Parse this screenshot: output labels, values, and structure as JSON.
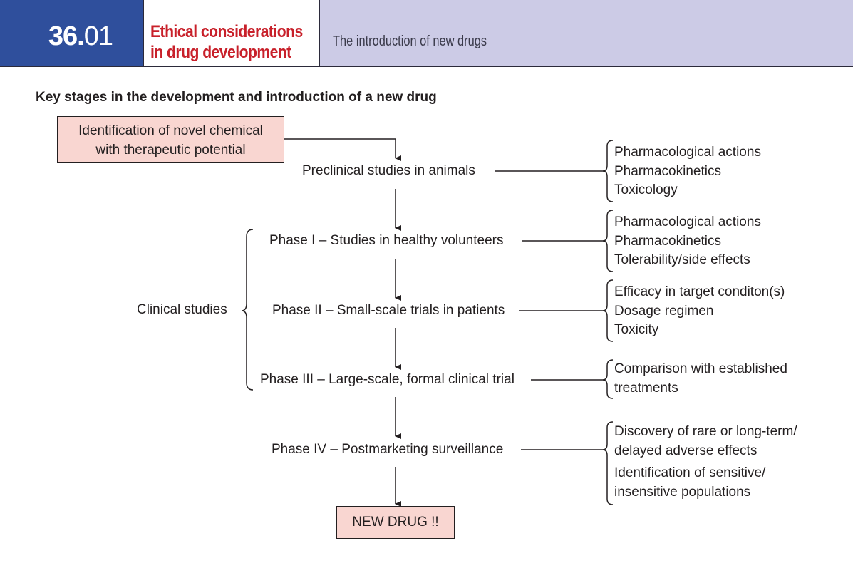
{
  "header": {
    "chapter_number_bold": "36.",
    "chapter_number_light": "01",
    "chapter_title_line1": "Ethical considerations",
    "chapter_title_line2": "in drug development",
    "section_title": "The introduction of new drugs",
    "colors": {
      "chapter_block": "#2f4f9c",
      "header_band": "#cccbe6",
      "title_red": "#c8202a"
    }
  },
  "diagram": {
    "heading": "Key stages in the development and introduction of a new drug",
    "start_box": {
      "line1": "Identification of novel chemical",
      "line2": "with therapeutic potential"
    },
    "stages": [
      {
        "label": "Preclinical studies in animals"
      },
      {
        "label": "Phase I – Studies in healthy volunteers"
      },
      {
        "label": "Phase II – Small-scale trials in patients"
      },
      {
        "label": "Phase III – Large-scale, formal clinical trial"
      },
      {
        "label": "Phase IV – Postmarketing surveillance"
      }
    ],
    "notes": [
      {
        "lines": [
          "Pharmacological actions",
          "Pharmacokinetics",
          "Toxicology"
        ]
      },
      {
        "lines": [
          "Pharmacological actions",
          "Pharmacokinetics",
          "Tolerability/side effects"
        ]
      },
      {
        "lines": [
          "Efficacy in target conditon(s)",
          "Dosage regimen",
          "Toxicity"
        ]
      },
      {
        "lines": [
          "Comparison with established",
          "treatments"
        ]
      },
      {
        "lines": [
          "Discovery of rare or long-term/",
          "delayed adverse effects",
          "Identification of sensitive/",
          "insensitive populations"
        ]
      }
    ],
    "clinical_label": "Clinical studies",
    "end_box": "NEW DRUG !!",
    "colors": {
      "box_fill": "#f9d6d1",
      "line": "#231f20"
    }
  }
}
